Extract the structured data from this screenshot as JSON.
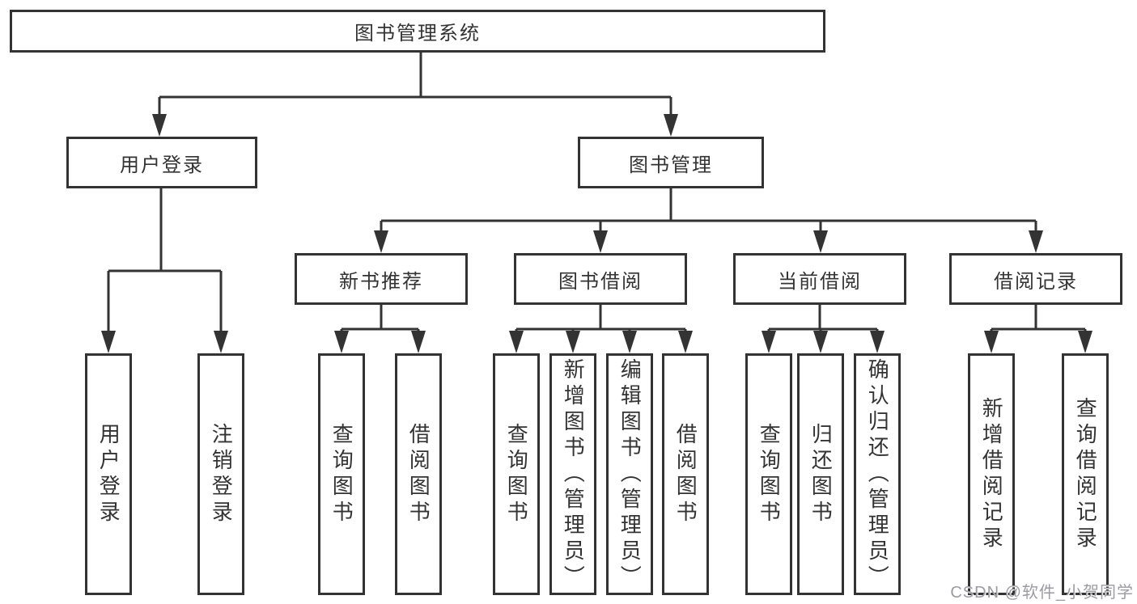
{
  "diagram": {
    "root": "图书管理系统",
    "groups": [
      {
        "label": "用户登录",
        "leaves": [
          "用户登录",
          "注销登录"
        ]
      },
      {
        "label": "图书管理",
        "sections": [
          {
            "label": "新书推荐",
            "leaves": [
              "查询图书",
              "借阅图书"
            ]
          },
          {
            "label": "图书借阅",
            "leaves": [
              "查询图书",
              "新增图书（管理员）",
              "编辑图书（管理员）",
              "借阅图书"
            ]
          },
          {
            "label": "当前借阅",
            "leaves": [
              "查询图书",
              "归还图书",
              "确认归还（管理员）"
            ]
          },
          {
            "label": "借阅记录",
            "leaves": [
              "新增借阅记录",
              "查询借阅记录"
            ]
          }
        ]
      }
    ]
  },
  "watermark": {
    "text": "CSDN @软件_小贺同学"
  },
  "colors": {
    "line": "#333333",
    "box_fill": "#ffffff",
    "text": "#333333",
    "watermark": "#9b9ba1"
  }
}
